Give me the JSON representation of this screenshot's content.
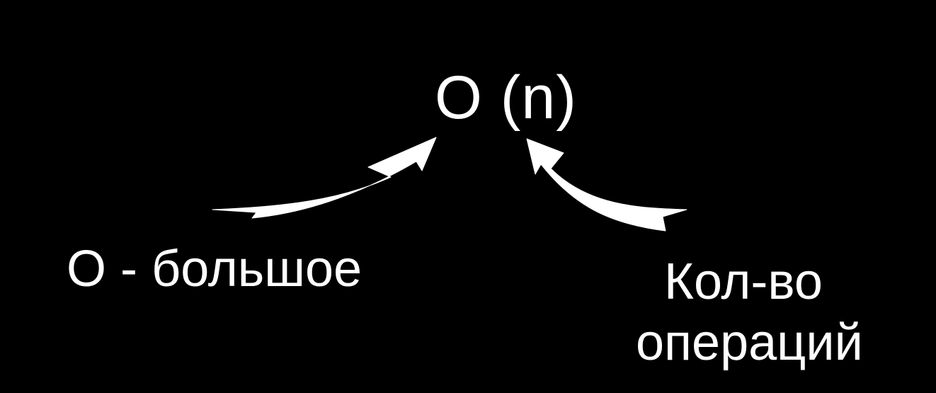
{
  "formula": "O (n)",
  "left_caption": "O - большое",
  "right_caption": {
    "line1": "Кол-во",
    "line2": "операций"
  },
  "colors": {
    "background": "#000000",
    "foreground": "#ffffff"
  },
  "icons": [
    "curved-arrow-left-icon",
    "curved-arrow-right-icon"
  ]
}
